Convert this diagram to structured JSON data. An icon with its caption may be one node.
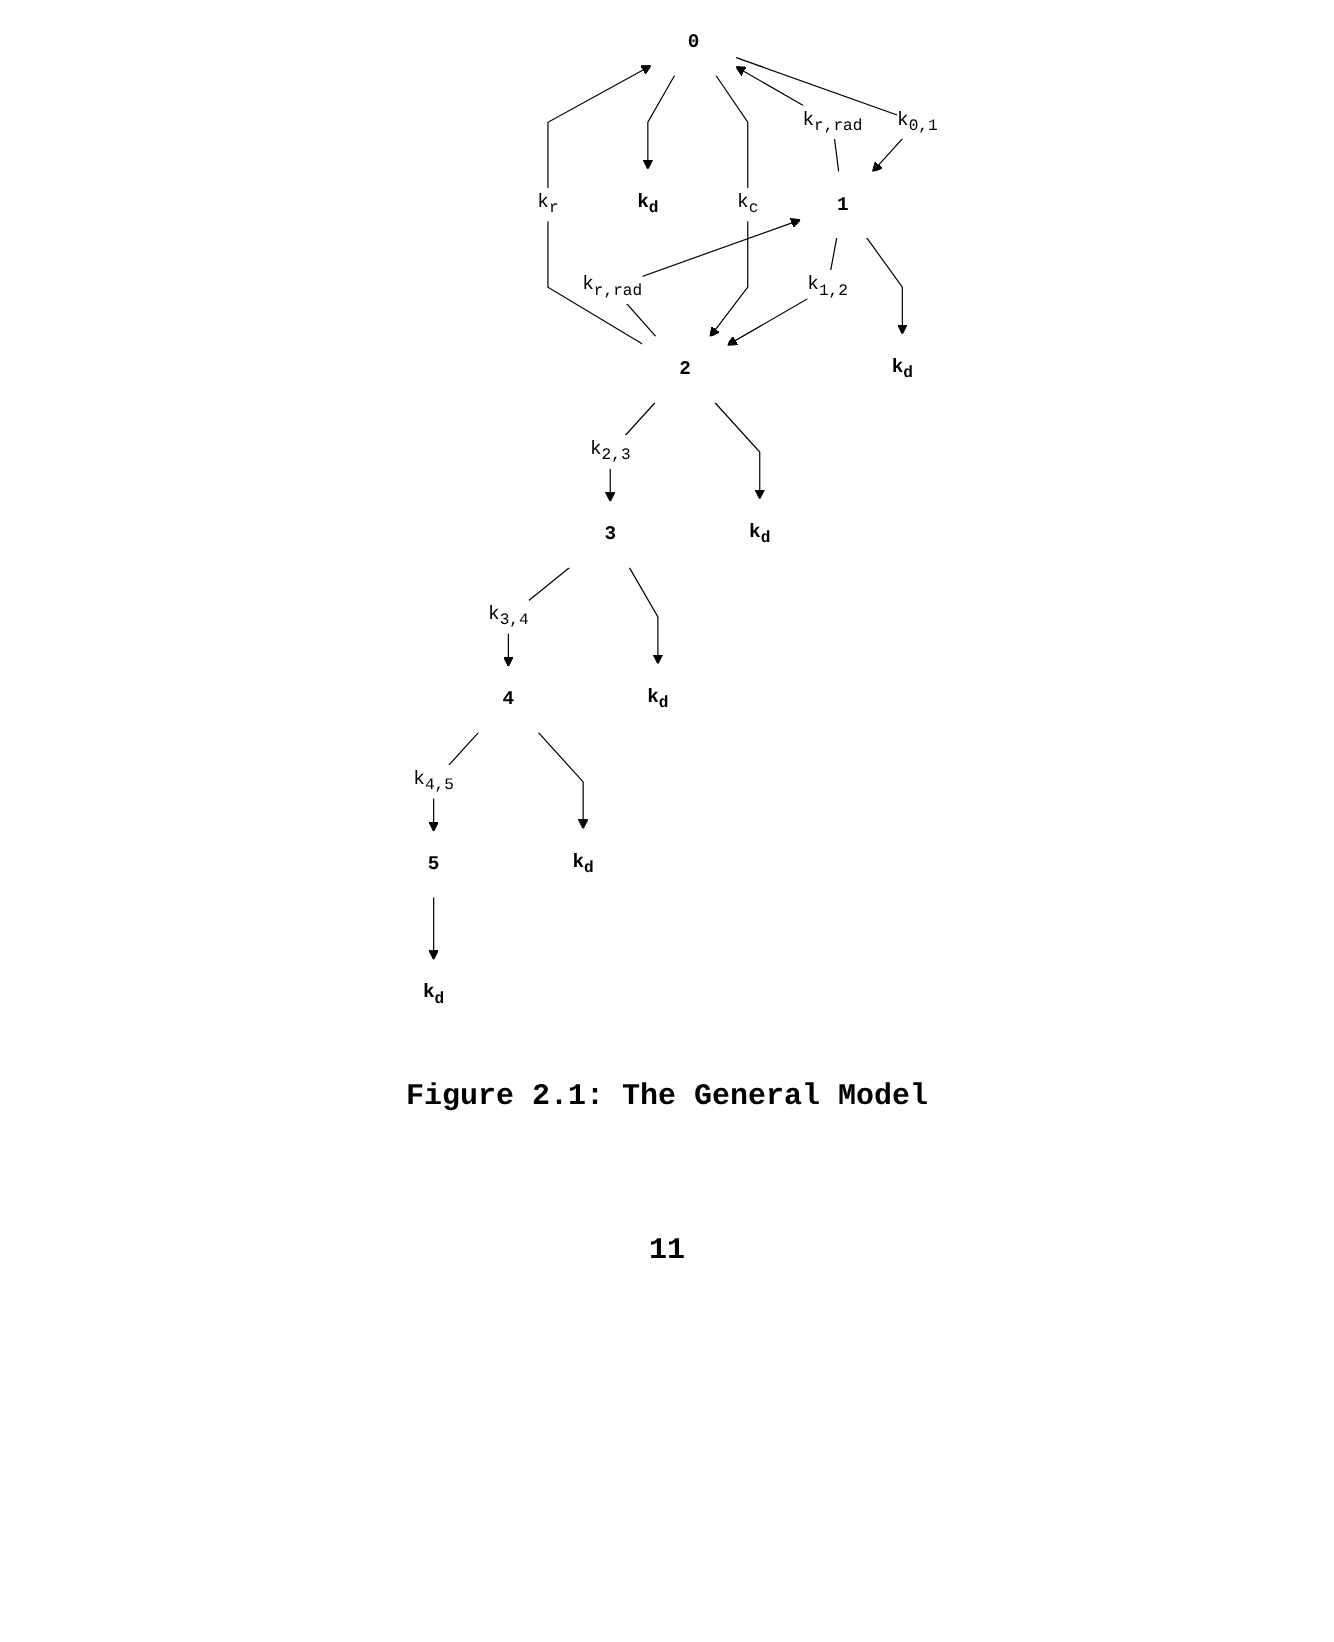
{
  "diagram": {
    "caption": "Figure 2.1: The General Model",
    "nodes": [
      {
        "text": [
          "0"
        ]
      },
      {
        "text": [
          "1"
        ]
      },
      {
        "text": [
          "2"
        ]
      },
      {
        "text": [
          "3"
        ]
      },
      {
        "text": [
          "4"
        ]
      },
      {
        "text": [
          "5"
        ]
      },
      {
        "text": [
          "k$_{d}$"
        ]
      },
      {
        "text": [
          "k$_{d}$"
        ]
      },
      {
        "text": [
          "k$_{d}$"
        ]
      },
      {
        "text": [
          "k$_{d}$"
        ]
      },
      {
        "text": [
          "k$_{d}$"
        ]
      },
      {
        "text": [
          "k$_{d}$"
        ]
      }
    ],
    "edges": [
      {
        "from": 1,
        "to": 0,
        "arrow": "to",
        "label": "k$_{r,rad}$"
      },
      {
        "from": 2,
        "to": 1,
        "arrow": "to",
        "label": "k$_{r,rad}$"
      },
      {
        "from": 2,
        "to": 0,
        "arrow": "to",
        "label": "k$_{r}$"
      },
      {
        "from": 0,
        "to": 1,
        "arrow": "to",
        "label": "k$_{0,1}$"
      },
      {
        "from": 1,
        "to": 2,
        "arrow": "to",
        "label": "k$_{1,2}$"
      },
      {
        "from": 2,
        "to": 3,
        "arrow": "to",
        "label": "k$_{2,3}$"
      },
      {
        "from": 3,
        "to": 4,
        "arrow": "to",
        "label": "k$_{3,4}$"
      },
      {
        "from": 4,
        "to": 5,
        "arrow": "to",
        "label": "k$_{4,5}$"
      },
      {
        "from": 0,
        "to": 2,
        "arrow": "to",
        "label": "k$_{c}$"
      },
      {
        "from": 0,
        "to": 6,
        "arrow": "to"
      },
      {
        "from": 1,
        "to": 7,
        "arrow": "to"
      },
      {
        "from": 2,
        "to": 8,
        "arrow": "to"
      },
      {
        "from": 3,
        "to": 9,
        "arrow": "to"
      },
      {
        "from": 4,
        "to": 10,
        "arrow": "to"
      },
      {
        "from": 5,
        "to": 11,
        "arrow": "to"
      }
    ],
    "labels": [
      "11"
    ]
  }
}
